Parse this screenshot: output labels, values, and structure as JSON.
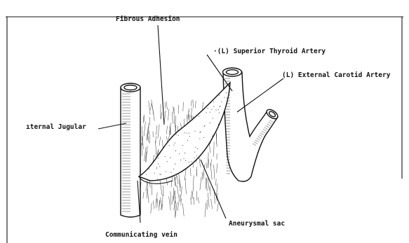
{
  "labels": {
    "fibrous_adhesion": "Fibrous Adhesion",
    "superior_thyroid_artery": "·(L) Superior Thyroid Artery",
    "external_carotid_artery": "(L) External Carotid Artery",
    "internal_jugular": "ıternal Jugular",
    "aneurysmal_sac": "Aneurysmal sac",
    "communicating_vein": "Communicating vein"
  }
}
